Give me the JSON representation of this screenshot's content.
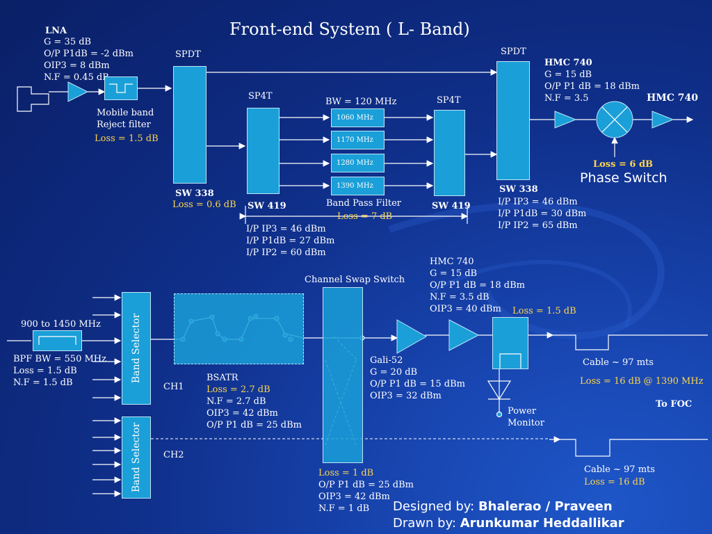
{
  "title": "Front-end System ( L- Band)",
  "lna": {
    "name": "LNA",
    "lines": [
      "G = 35 dB",
      "O/P P1dB = -2 dBm",
      "OIP3 = 8 dBm",
      "N.F = 0.45 dB"
    ]
  },
  "mobile_filter": {
    "line1": "Mobile band",
    "line2": "Reject filter",
    "loss": "Loss = 1.5 dB"
  },
  "spdt_left": {
    "label": "SPDT",
    "part": "SW 338",
    "loss": "Loss = 0.6 dB"
  },
  "sp4t_left": {
    "label": "SP4T",
    "part": "SW 419",
    "specs": [
      "I/P IP3 = 46 dBm",
      "I/P P1dB = 27 dBm",
      "I/P IP2 = 60 dBm"
    ]
  },
  "bpf_bank": {
    "bw": "BW = 120 MHz",
    "filters": [
      "1060 MHz",
      "1170 MHz",
      "1280 MHz",
      "1390 MHz"
    ],
    "label": "Band Pass Filter",
    "loss": "Loss = 7 dB"
  },
  "sp4t_right": {
    "label": "SP4T",
    "part": "SW 419"
  },
  "spdt_right": {
    "label": "SPDT",
    "part": "SW 338",
    "specs": [
      "I/P IP3 = 46 dBm",
      "I/P P1dB = 30 dBm",
      "I/P IP2 = 65 dBm"
    ]
  },
  "hmc740_top": {
    "name": "HMC 740",
    "lines": [
      "G = 15 dB",
      "O/P P1 dB = 18 dBm",
      "N.F = 3.5"
    ]
  },
  "hmc740_out": "HMC 740",
  "phase_switch": {
    "loss": "Loss = 6 dB",
    "label": "Phase Switch"
  },
  "input_filter": {
    "range": "900 to 1450 MHz",
    "lines": [
      "BPF BW = 550 MHz",
      "Loss = 1.5 dB",
      "N.F = 1.5 dB"
    ]
  },
  "band_selector_1": "Band Selector",
  "band_selector_2": "Band Selector",
  "ch1": "CH1",
  "ch2": "CH2",
  "bsatr": {
    "name": "BSATR",
    "loss": "Loss = 2.7 dB",
    "lines": [
      "N.F = 2.7 dB",
      "OIP3 = 42 dBm",
      "O/P P1 dB = 25 dBm"
    ]
  },
  "channel_swap": {
    "label": "Channel Swap Switch",
    "loss": "Loss = 1 dB",
    "lines": [
      "O/P P1 dB = 25 dBm",
      "OIP3 = 42 dBm",
      "N.F = 1 dB"
    ]
  },
  "gali": {
    "name": "Gali-52",
    "lines": [
      "G = 20 dB",
      "O/P P1 dB = 15 dBm",
      "OIP3 = 32 dBm"
    ]
  },
  "hmc740_bottom": {
    "name": "HMC 740",
    "lines": [
      "G = 15 dB",
      "O/P P1 dB = 18 dBm",
      "N.F = 3.5 dB",
      "OIP3 = 40 dBm"
    ]
  },
  "coupler_loss": "Loss = 1.5 dB",
  "power_monitor": {
    "line1": "Power",
    "line2": "Monitor"
  },
  "cable1": {
    "label": "Cable ~ 97 mts",
    "loss": "Loss = 16 dB @ 1390 MHz"
  },
  "cable2": {
    "label": "Cable ~ 97 mts",
    "loss": "Loss = 16 dB"
  },
  "to_foc": "To FOC",
  "credits": {
    "designed_label": "Designed by:",
    "designed_names": "Bhalerao / Praveen",
    "drawn_label": "Drawn by:",
    "drawn_name": "Arunkumar Heddallikar"
  },
  "colors": {
    "background": "#0f2f8a",
    "block": "#1a9fd8",
    "loss_text": "#ffd54a",
    "line": "#ffffff"
  }
}
